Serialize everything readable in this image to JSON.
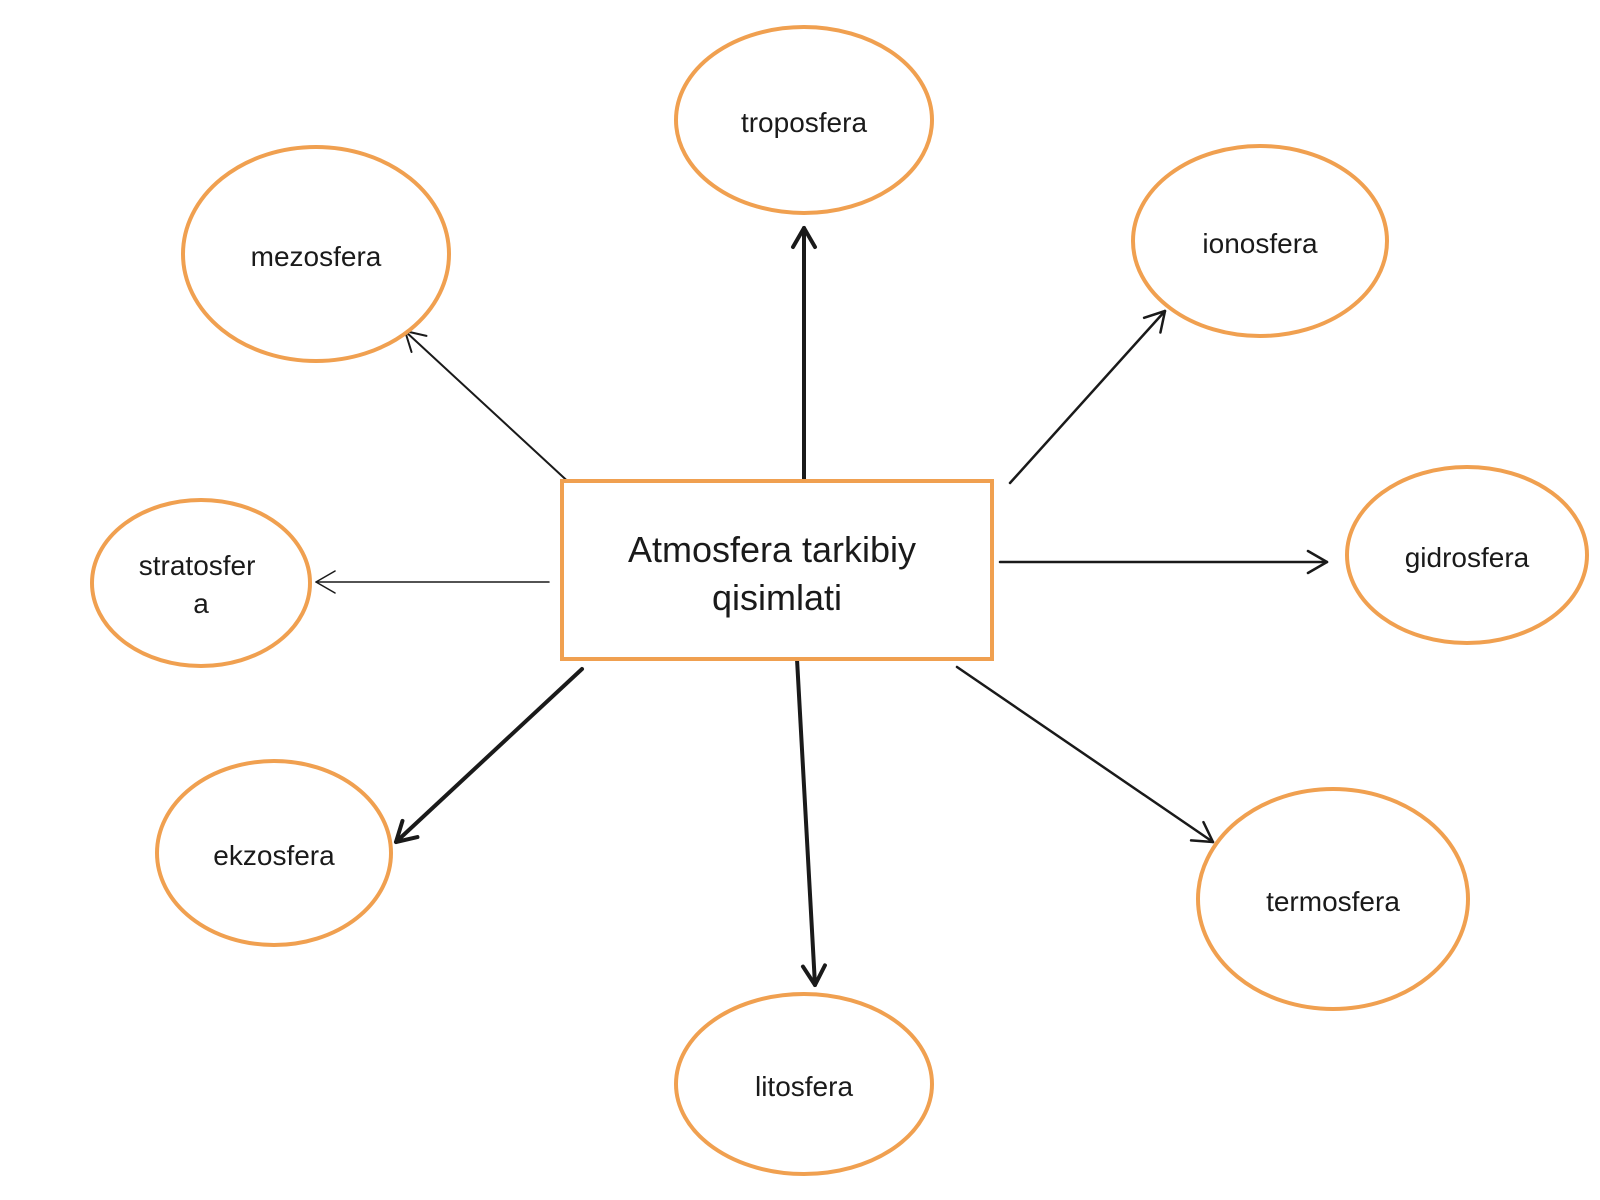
{
  "colors": {
    "accent": "#f0a050",
    "ink": "#1a1a1a",
    "background": "#ffffff"
  },
  "center": {
    "lines": [
      "Atmosfera tarkibiy",
      "qisimlati"
    ]
  },
  "nodes": [
    {
      "id": "troposfera",
      "lines": [
        "troposfera"
      ]
    },
    {
      "id": "ionosfera",
      "lines": [
        "ionosfera"
      ]
    },
    {
      "id": "gidrosfera",
      "lines": [
        "gidrosfera"
      ]
    },
    {
      "id": "termosfera",
      "lines": [
        "termosfera"
      ]
    },
    {
      "id": "litosfera",
      "lines": [
        "litosfera"
      ]
    },
    {
      "id": "ekzosfera",
      "lines": [
        "ekzosfera"
      ]
    },
    {
      "id": "stratosfera",
      "lines": [
        "stratosfer",
        "a"
      ]
    },
    {
      "id": "mezosfera",
      "lines": [
        "mezosfera"
      ]
    }
  ],
  "edges": [
    {
      "from": "center",
      "to": "troposfera"
    },
    {
      "from": "center",
      "to": "ionosfera"
    },
    {
      "from": "center",
      "to": "gidrosfera"
    },
    {
      "from": "center",
      "to": "termosfera"
    },
    {
      "from": "center",
      "to": "litosfera"
    },
    {
      "from": "center",
      "to": "ekzosfera"
    },
    {
      "from": "center",
      "to": "stratosfera"
    },
    {
      "from": "center",
      "to": "mezosfera"
    }
  ]
}
